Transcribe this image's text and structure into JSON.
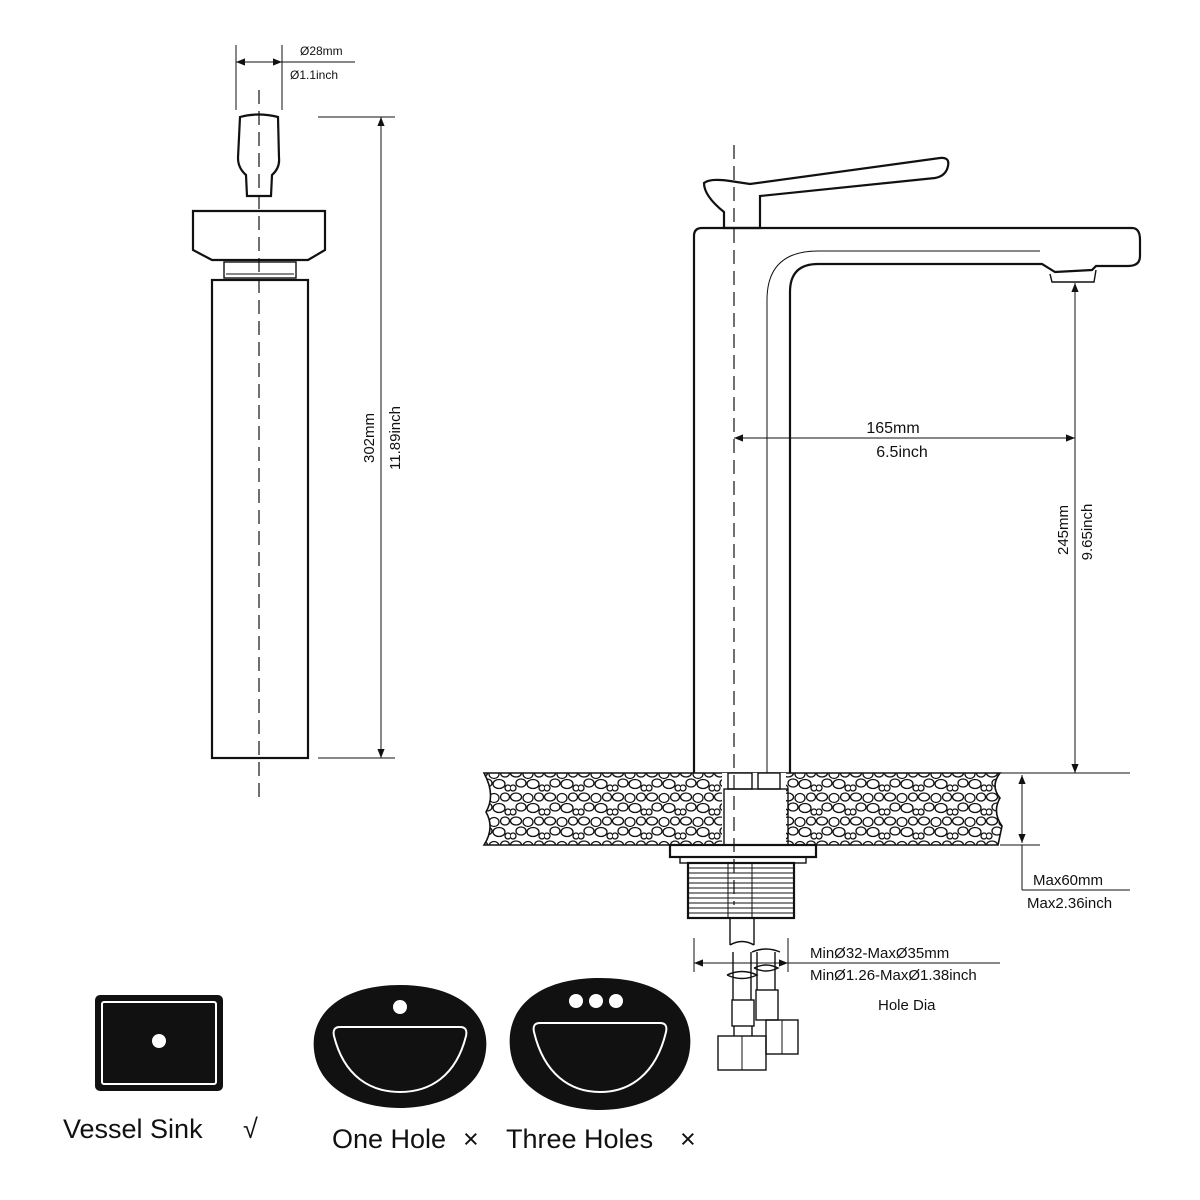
{
  "side_view": {
    "width_mm": "Ø28mm",
    "width_in": "Ø1.1inch",
    "height_mm": "302mm",
    "height_in": "11.89inch"
  },
  "front_view": {
    "reach_mm": "165mm",
    "reach_in": "6.5inch",
    "spout_height_mm": "245mm",
    "spout_height_in": "9.65inch",
    "deck_thickness_mm": "Max60mm",
    "deck_thickness_in": "Max2.36inch",
    "hole_dia_mm": "MinØ32-MaxØ35mm",
    "hole_dia_in": "MinØ1.26-MaxØ1.38inch",
    "hole_dia_label": "Hole Dia"
  },
  "sink_types": [
    {
      "label": "Vessel Sink",
      "mark": "√"
    },
    {
      "label": "One Hole",
      "mark": "×"
    },
    {
      "label": "Three Holes",
      "mark": "×"
    }
  ],
  "colors": {
    "ink": "#111111",
    "paper": "#ffffff"
  }
}
